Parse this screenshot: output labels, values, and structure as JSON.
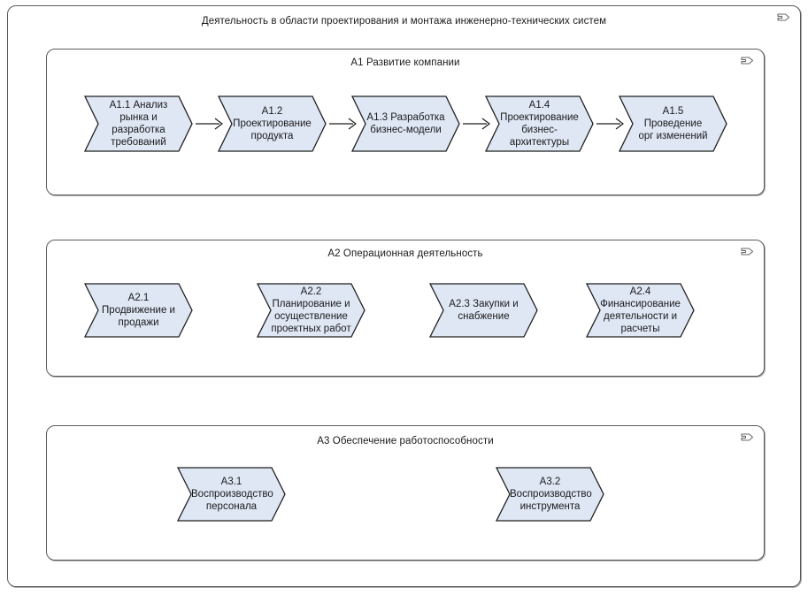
{
  "diagram": {
    "type": "archimate-business-process-decomposition",
    "title": "Деятельность в области проектирования и монтажа инженерно-технических систем",
    "colors": {
      "shape_fill": "#dfe7f5",
      "shape_stroke": "#1f1f1f",
      "container_stroke": "#5a5a5a",
      "canvas_background": "#ffffff",
      "text": "#1a1a1a"
    },
    "icon_names": {
      "corner_marker": "business-process-icon",
      "connector": "flow-arrow-icon"
    }
  },
  "groups": [
    {
      "id": "A1",
      "title": "A1 Развитие компании",
      "nodes": [
        {
          "id": "A1.1",
          "label": "A1.1 Анализ\nрынка и\nразработка\nтребований"
        },
        {
          "id": "A1.2",
          "label": "A1.2\nПроектирование\nпродукта"
        },
        {
          "id": "A1.3",
          "label": "A1.3 Разработка\nбизнес-модели"
        },
        {
          "id": "A1.4",
          "label": "A1.4\nПроектирование\nбизнес-\nархитектуры"
        },
        {
          "id": "A1.5",
          "label": "A1.5 Проведение\nорг изменений"
        }
      ],
      "connectors": 4
    },
    {
      "id": "A2",
      "title": "A2 Операционная деятельность",
      "nodes": [
        {
          "id": "A2.1",
          "label": "A2.1\nПродвижение и\nпродажи"
        },
        {
          "id": "A2.2",
          "label": "A2.2\nПланирование и\nосуществление\nпроектных работ"
        },
        {
          "id": "A2.3",
          "label": "A2.3 Закупки и\nснабжение"
        },
        {
          "id": "A2.4",
          "label": "A2.4\nФинансирование\nдеятельности и\nрасчеты"
        }
      ],
      "connectors": 0
    },
    {
      "id": "A3",
      "title": "A3 Обеспечение работоспособности",
      "nodes": [
        {
          "id": "A3.1",
          "label": "A3.1\nВоспроизводство\nперсонала"
        },
        {
          "id": "A3.2",
          "label": "A3.2\nВоспроизводство\nинструмента"
        }
      ],
      "connectors": 0
    }
  ]
}
